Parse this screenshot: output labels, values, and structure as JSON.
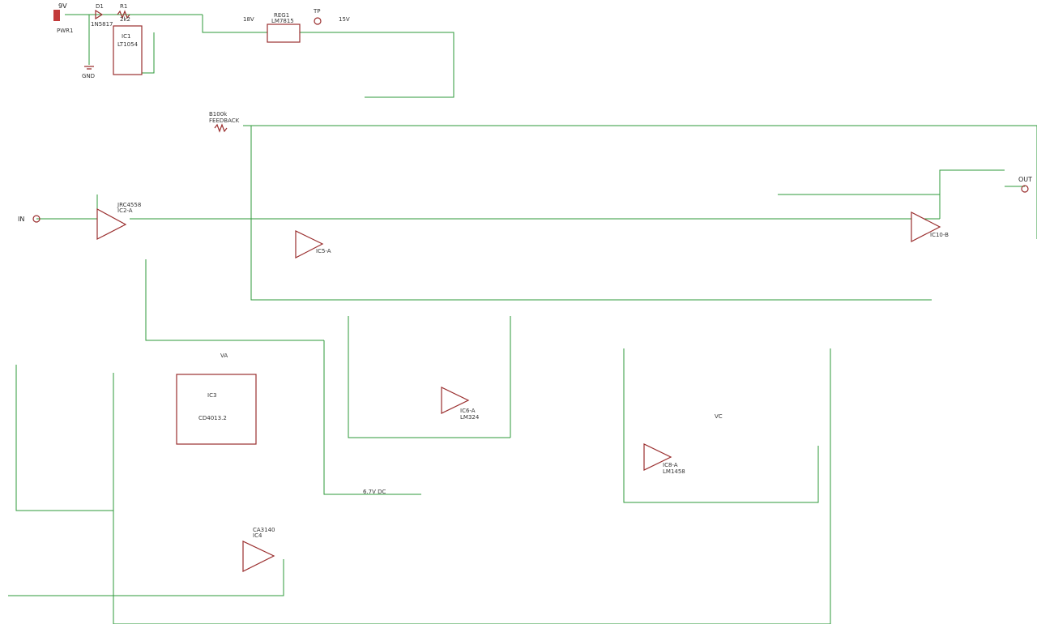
{
  "power": {
    "battery": "9V",
    "pwr": "PWR1",
    "d1": "D1",
    "d1v": "1N5817",
    "r1": "R1",
    "r1v": "2k2",
    "ic1": "IC1",
    "ic1v": "LT1054",
    "reg": "REG1",
    "regv": "LM7815",
    "tp": "TP",
    "net15": "15V",
    "net18": "18V"
  },
  "front": {
    "in": "IN",
    "ic2a": "IC2-A",
    "ic2v": "JRC4558",
    "feedback": "FEEDBACK",
    "b100k": "B100k",
    "ic5a": "IC5-A",
    "ic10b": "IC10-B",
    "out": "OUT"
  },
  "lfo": {
    "ic3": "IC3",
    "ic3v": "CD4013.2",
    "ic4": "IC4",
    "ic4v": "CA3140",
    "va": "VA"
  },
  "env": {
    "ic6a": "IC6-A",
    "ic6v": "LM324",
    "ic8a": "IC8-A",
    "ic8v": "LM1458",
    "vc": "VC",
    "dc": "6.7V DC"
  },
  "labels": {
    "gnd": "GND"
  }
}
